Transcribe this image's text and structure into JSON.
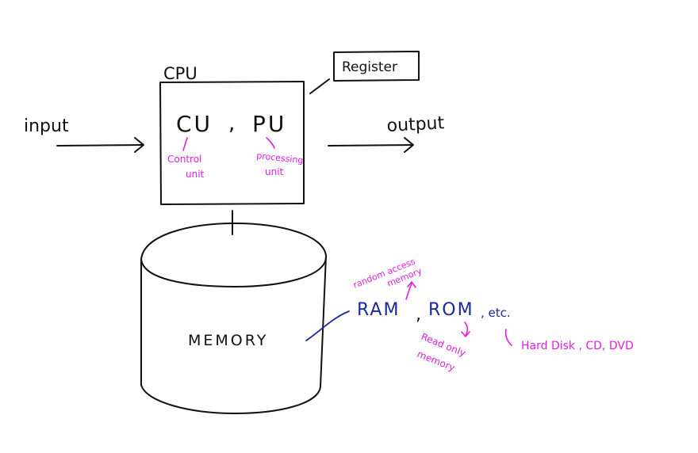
{
  "colors": {
    "ink": "#111111",
    "annotation": "#e01ee0",
    "memory_types": "#1a2a9a"
  },
  "cpu": {
    "title": "CPU",
    "register": "Register",
    "cu": "CU",
    "separator": ",",
    "pu": "PU",
    "cu_note_line1": "Control",
    "cu_note_line2": "unit",
    "pu_note_line1": "processing",
    "pu_note_line2": "unit"
  },
  "io": {
    "input": "input",
    "output": "output"
  },
  "memory": {
    "label": "MEMORY",
    "ram": "RAM",
    "comma": ",",
    "rom": "ROM",
    "etc": ", etc.",
    "ram_note_line1": "random access",
    "ram_note_line2": "memory",
    "rom_note_line1": "Read only",
    "rom_note_line2": "memory",
    "etc_note": "Hard Disk , CD, DVD"
  }
}
